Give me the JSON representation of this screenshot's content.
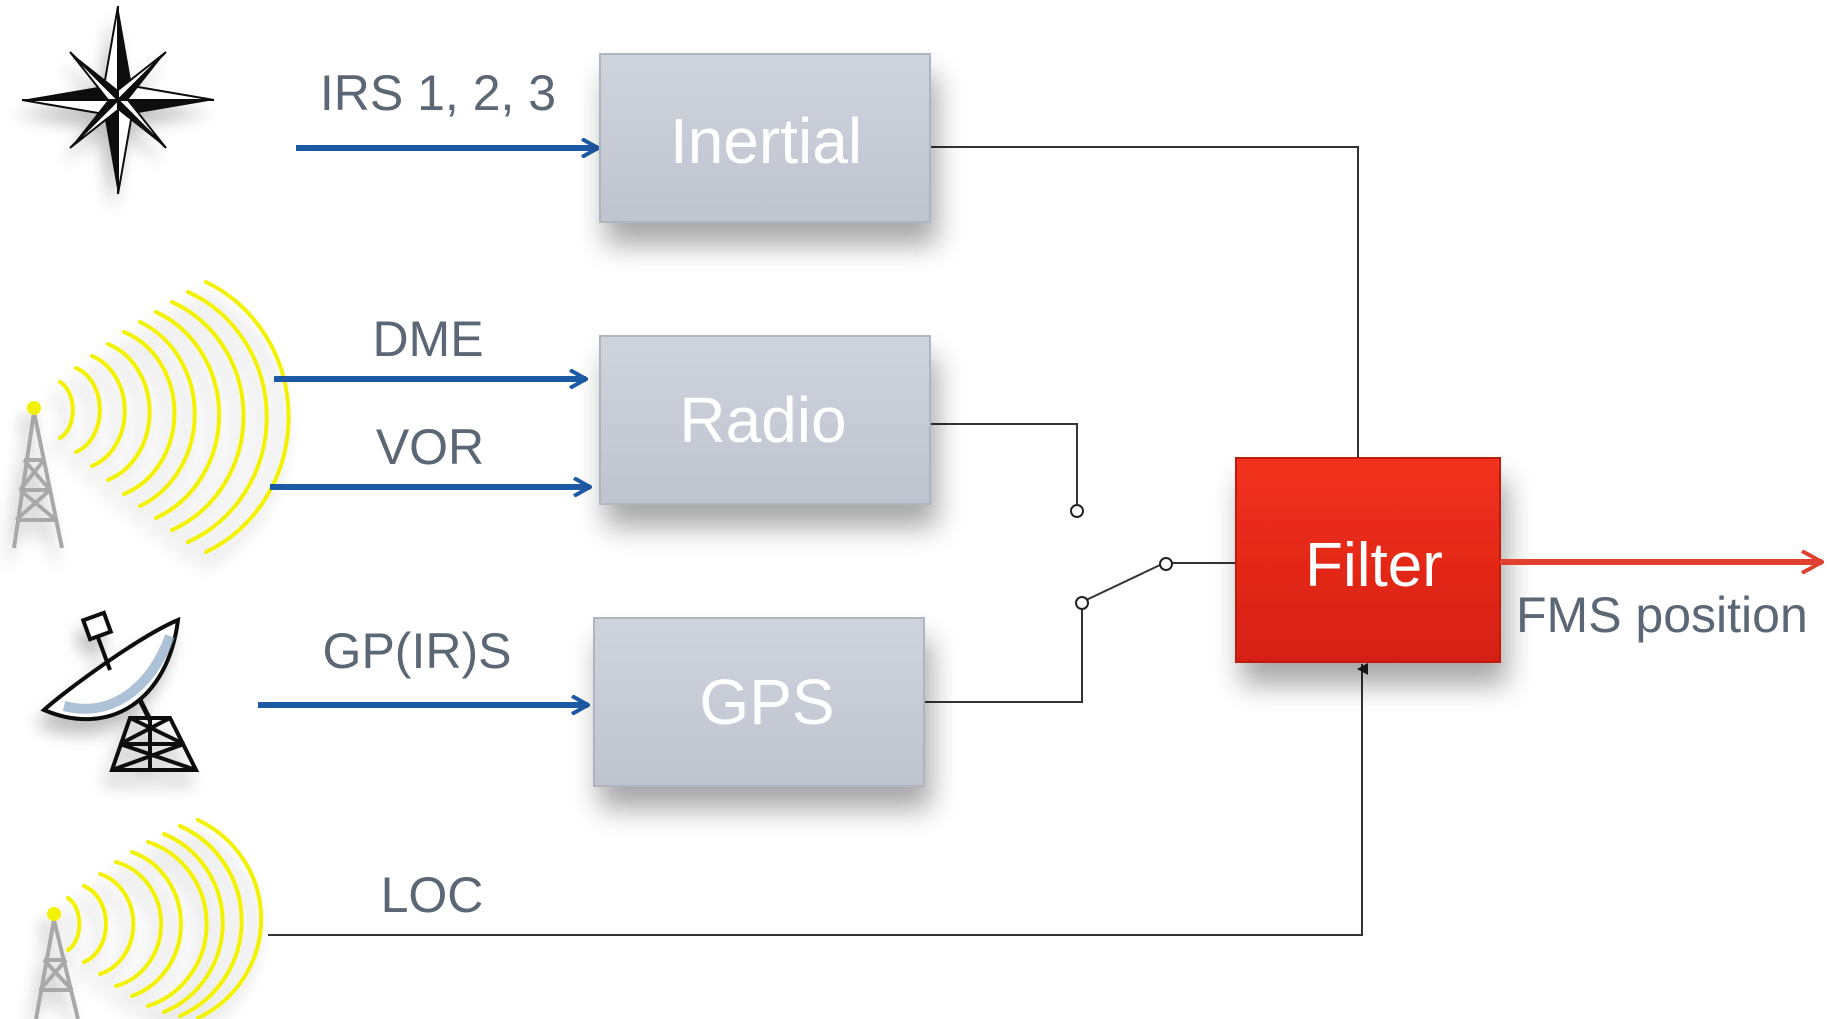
{
  "inputs": {
    "irs": "IRS 1, 2, 3",
    "dme": "DME",
    "vor": "VOR",
    "gps": "GP(IR)S",
    "loc": "LOC"
  },
  "blocks": {
    "inertial": "Inertial",
    "radio": "Radio",
    "gps": "GPS",
    "filter": "Filter"
  },
  "output": {
    "label": "FMS position"
  },
  "colors": {
    "input_arrow": "#1d5aa6",
    "output_arrow": "#e0412e",
    "block_fill": "#c8ccd6",
    "filter_fill": "#e8261a",
    "wire": "#333333",
    "antenna_waves": "#f2f200"
  },
  "icons": [
    "compass-rose-icon",
    "radio-tower-icon",
    "satellite-dish-icon",
    "localizer-antenna-icon"
  ]
}
